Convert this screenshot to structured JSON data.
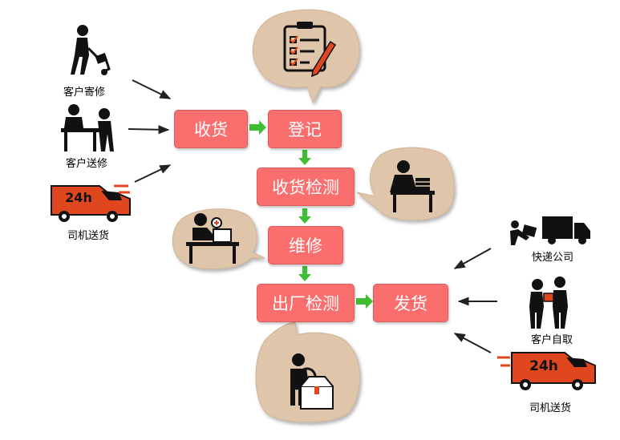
{
  "flow": {
    "receive": "收货",
    "register": "登记",
    "receive_inspect": "收货检测",
    "repair": "维修",
    "factory_inspect": "出厂检测",
    "ship": "发货"
  },
  "inputs": {
    "mail_repair": "客户寄修",
    "customer_deliver": "客户送修",
    "driver_deliver": "司机送货"
  },
  "outputs": {
    "express": "快递公司",
    "self_pickup": "客户自取",
    "driver_deliver": "司机送货"
  },
  "truck_badge": "24h",
  "colors": {
    "box": "#fb6e6e",
    "bubble": "#dfc5aa",
    "arrow": "#3cbf33",
    "truck": "#e0471f"
  }
}
